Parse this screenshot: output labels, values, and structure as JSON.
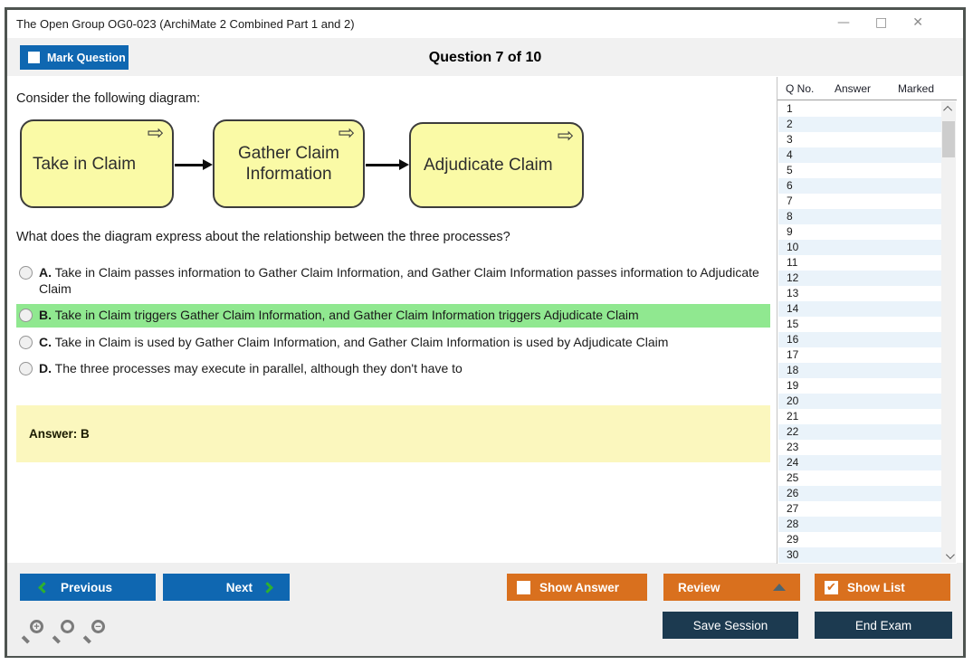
{
  "window": {
    "title": "The Open Group OG0-023 (ArchiMate 2 Combined Part 1 and 2)",
    "controls": {
      "minimize": "—",
      "maximize": "□",
      "close": "✕"
    }
  },
  "header": {
    "mark_question_label": "Mark Question",
    "question_counter": "Question 7 of 10"
  },
  "question": {
    "intro": "Consider the following diagram:",
    "prompt": "What does the diagram express about the relationship between the three processes?",
    "diagram_boxes": [
      {
        "label": "Take in Claim"
      },
      {
        "label": "Gather Claim Information"
      },
      {
        "label": "Adjudicate Claim"
      }
    ],
    "process_icon": "⇨",
    "options": [
      {
        "letter": "A.",
        "text": "Take in Claim passes information to Gather Claim Information, and Gather Claim Information passes information to Adjudicate Claim",
        "highlight": false
      },
      {
        "letter": "B.",
        "text": "Take in Claim triggers Gather Claim Information, and Gather Claim Information triggers Adjudicate Claim",
        "highlight": true
      },
      {
        "letter": "C.",
        "text": "Take in Claim is used by Gather Claim Information, and Gather Claim Information is used by Adjudicate Claim",
        "highlight": false
      },
      {
        "letter": "D.",
        "text": "The three processes may execute in parallel, although they don't have to",
        "highlight": false
      }
    ],
    "answer_label": "Answer: B"
  },
  "question_list": {
    "columns": [
      "Q No.",
      "Answer",
      "Marked"
    ],
    "rows": [
      "1",
      "2",
      "3",
      "4",
      "5",
      "6",
      "7",
      "8",
      "9",
      "10",
      "11",
      "12",
      "13",
      "14",
      "15",
      "16",
      "17",
      "18",
      "19",
      "20",
      "21",
      "22",
      "23",
      "24",
      "25",
      "26",
      "27",
      "28",
      "29",
      "30"
    ]
  },
  "footer": {
    "previous_label": "Previous",
    "next_label": "Next",
    "show_answer_label": "Show Answer",
    "review_label": "Review",
    "show_list_label": "Show List",
    "save_session_label": "Save Session",
    "end_exam_label": "End Exam",
    "show_list_check": "✔"
  },
  "colors": {
    "accent_blue": "#0f67b1",
    "accent_orange": "#d9701e",
    "navy": "#1c3a50",
    "highlight_green": "#90e890",
    "answer_bg": "#fbf7be",
    "diagram_box_yellow": "#fafaa6",
    "alt_row_blue": "#eaf3fa",
    "chevron_green": "#2eb02e"
  }
}
